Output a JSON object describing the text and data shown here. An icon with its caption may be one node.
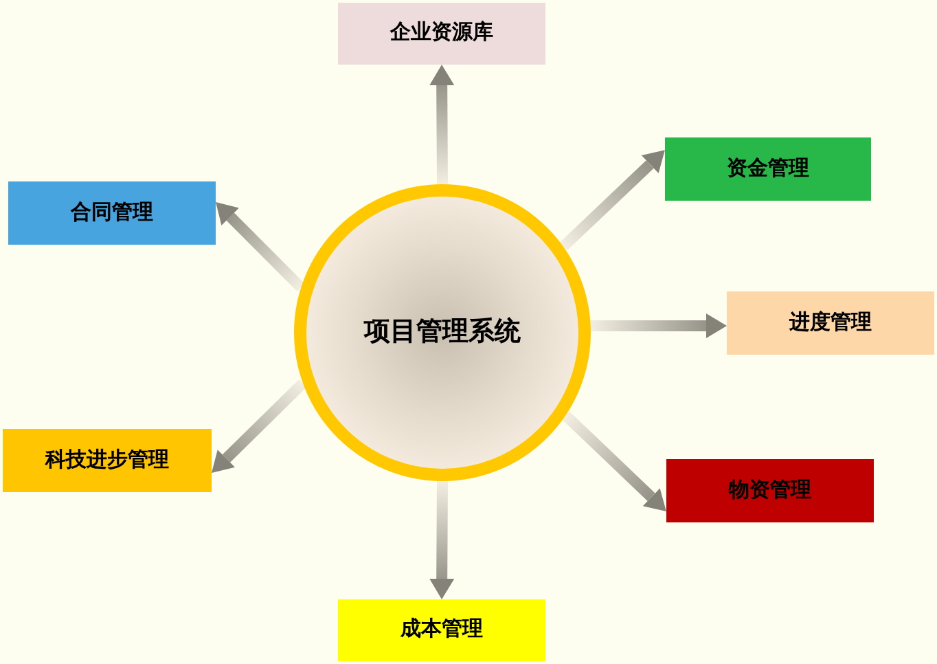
{
  "diagram": {
    "nodes": [
      {
        "text": [
          "项目管理系统"
        ]
      },
      {
        "text": [
          "企业资源库"
        ]
      },
      {
        "text": [
          "资金管理"
        ]
      },
      {
        "text": [
          "进度管理"
        ]
      },
      {
        "text": [
          "物资管理"
        ]
      },
      {
        "text": [
          "成本管理"
        ]
      },
      {
        "text": [
          "科技进步管理"
        ]
      },
      {
        "text": [
          "合同管理"
        ]
      }
    ],
    "edges": [
      {
        "from": 0,
        "to": 1,
        "arrow": "to"
      },
      {
        "from": 0,
        "to": 2,
        "arrow": "to"
      },
      {
        "from": 0,
        "to": 3,
        "arrow": "to"
      },
      {
        "from": 0,
        "to": 4,
        "arrow": "to"
      },
      {
        "from": 0,
        "to": 5,
        "arrow": "to"
      },
      {
        "from": 0,
        "to": 6,
        "arrow": "to"
      },
      {
        "from": 0,
        "to": 7,
        "arrow": "to"
      }
    ]
  }
}
